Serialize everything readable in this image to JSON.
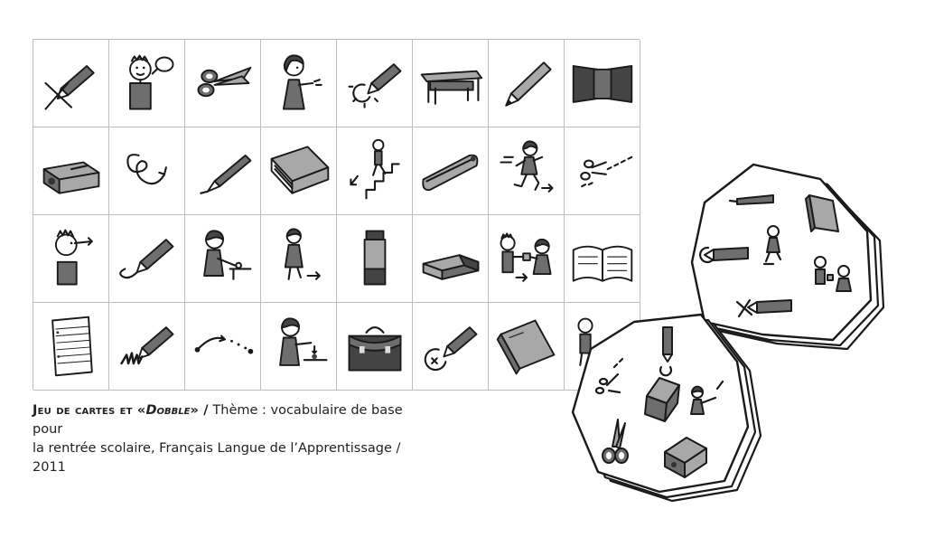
{
  "caption": {
    "part1": "Jeu de cartes et «",
    "part2": "Dobble",
    "part3": "» /",
    "part4": " Thème : vocabulaire de base pour",
    "line2": "la rentrée scolaire, Français Langue de l’Apprentissage / 2011"
  },
  "grid": {
    "rows": 4,
    "columns": 8,
    "cells": [
      [
        "crossed-out-marker-icon",
        "talking-boy-icon",
        "scissors-icon",
        "pointing-girl-icon",
        "marker-circle-icon",
        "school-desk-icon",
        "pencil-icon",
        "open-folder-icon"
      ],
      [
        "pencil-sharpener-icon",
        "scribble-arrow-icon",
        "fountain-pen-icon",
        "book-icon",
        "stairs-going-down-icon",
        "pencil-case-icon",
        "running-girl-icon",
        "cut-dotted-line-icon"
      ],
      [
        "boy-looking-icon",
        "marker-drawing-line-icon",
        "girl-at-table-icon",
        "girl-walking-icon",
        "glue-stick-icon",
        "eraser-icon",
        "children-giving-gift-icon",
        "open-notebook-icon"
      ],
      [
        "lined-paper-sheet-icon",
        "marker-scribble-icon",
        "dotted-arrow-icon",
        "girl-dropping-object-icon",
        "school-bag-icon",
        "marker-cross-circle-icon",
        "binder-icon",
        "boy-partial-icon"
      ]
    ]
  },
  "cards": [
    {
      "position": "right",
      "symbols": [
        "fountain-pen-icon",
        "binder-icon",
        "marker-circle-icon",
        "running-girl-icon",
        "children-giving-gift-icon",
        "crossed-out-marker-icon"
      ]
    },
    {
      "position": "left",
      "symbols": [
        "cut-dotted-line-icon",
        "marker-circle-icon",
        "eraser-icon",
        "pointing-girl-icon",
        "scissors-icon",
        "pencil-sharpener-icon"
      ]
    }
  ]
}
